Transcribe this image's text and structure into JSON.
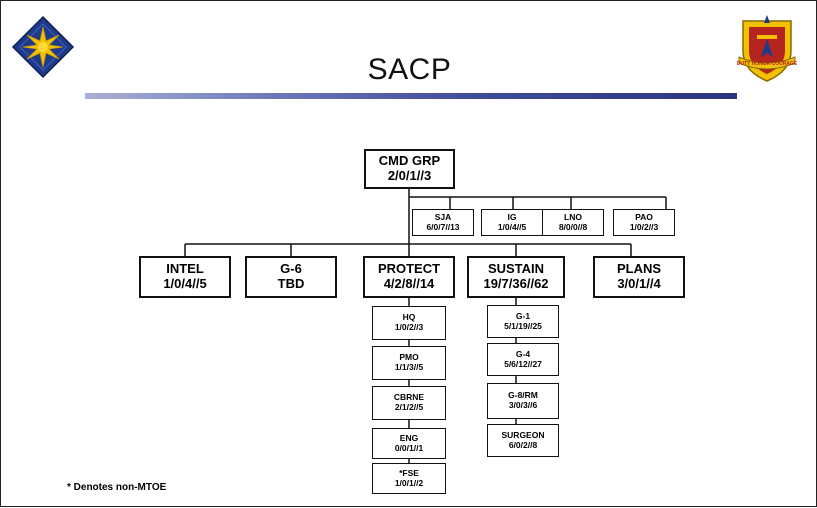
{
  "title": "SACP",
  "footnote": "* Denotes non-MTOE",
  "logos": {
    "left": "star-patch-icon",
    "right": "unit-crest-icon",
    "crest_motto": "DUTY HONOR COURAGE"
  },
  "colors": {
    "title_rule": "#3e4a9c",
    "patch_blue": "#1f3a8a",
    "patch_gold": "#f2c200",
    "crest_red": "#b5241f"
  },
  "org": {
    "cmd_grp": {
      "name": "CMD GRP",
      "value": "2/0/1//3"
    },
    "staff": [
      {
        "name": "SJA",
        "value": "6/0/7//13"
      },
      {
        "name": "IG",
        "value": "1/0/4//5"
      },
      {
        "name": "LNO",
        "value": "8/0/0//8"
      },
      {
        "name": "PAO",
        "value": "1/0/2//3"
      }
    ],
    "intel": {
      "name": "INTEL",
      "value": "1/0/4//5"
    },
    "g6": {
      "name": "G-6",
      "value": "TBD"
    },
    "protect": {
      "name": "PROTECT",
      "value": "4/2/8//14",
      "children": [
        {
          "name": "HQ",
          "value": "1/0/2//3"
        },
        {
          "name": "PMO",
          "value": "1/1/3//5"
        },
        {
          "name": "CBRNE",
          "value": "2/1/2//5"
        },
        {
          "name": "ENG",
          "value": "0/0/1//1"
        },
        {
          "name": "*FSE",
          "value": "1/0/1//2"
        }
      ]
    },
    "sustain": {
      "name": "SUSTAIN",
      "value": "19/7/36//62",
      "children": [
        {
          "name": "G-1",
          "value": "5/1/19//25"
        },
        {
          "name": "G-4",
          "value": "5/6/12//27"
        },
        {
          "name": "G-8/RM",
          "value": "3/0/3//6"
        },
        {
          "name": "SURGEON",
          "value": "6/0/2//8"
        }
      ]
    },
    "plans": {
      "name": "PLANS",
      "value": "3/0/1//4"
    }
  }
}
